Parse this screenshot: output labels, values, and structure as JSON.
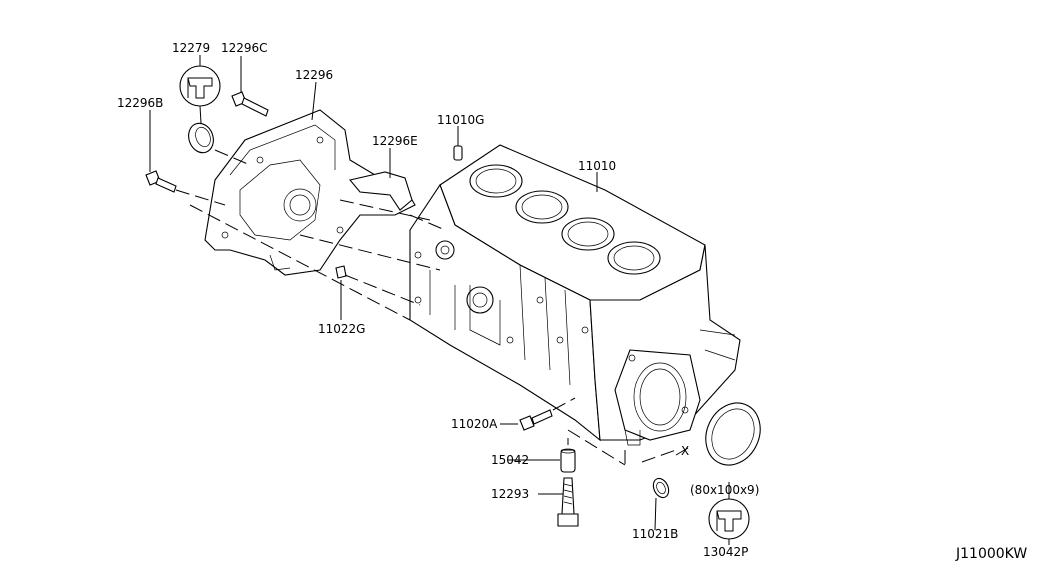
{
  "diagram_ref": "J11000KW",
  "labels": {
    "l12279": "12279",
    "l12296C": "12296C",
    "l12296": "12296",
    "l12296B": "12296B",
    "l12296E": "12296E",
    "l11010G": "11010G",
    "l11010": "11010",
    "l11022G": "11022G",
    "l11020A": "11020A",
    "l15042": "15042",
    "l12293": "12293",
    "l11021B": "11021B",
    "l13042P": "13042P",
    "seal_size": "(80x100x9)",
    "x_mark": "X"
  }
}
